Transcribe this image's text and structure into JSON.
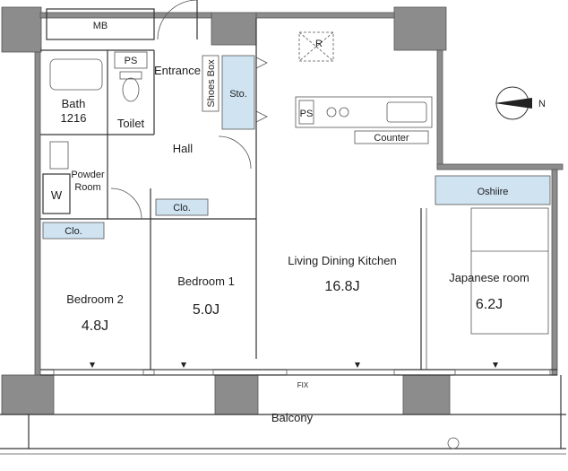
{
  "rooms": {
    "mb": "MB",
    "ps_top": "PS",
    "entrance": "Entrance",
    "shoes_box": "Shoes Box",
    "sto": "Sto.",
    "r_mark": "R",
    "bath": "Bath",
    "bath_size": "1216",
    "toilet": "Toilet",
    "ps_kitchen": "PS",
    "counter": "Counter",
    "hall": "Hall",
    "powder": "Powder",
    "powder_room": "Room",
    "w": "W",
    "clo_left": "Clo.",
    "clo_bed1": "Clo.",
    "oshiire": "Oshiire",
    "ldk": "Living Dining Kitchen",
    "ldk_size": "16.8J",
    "bedroom1": "Bedroom 1",
    "bedroom1_size": "5.0J",
    "bedroom2": "Bedroom 2",
    "bedroom2_size": "4.8J",
    "japanese": "Japanese room",
    "japanese_size": "6.2J",
    "fix": "FIX",
    "balcony": "Balcony",
    "north": "N"
  }
}
